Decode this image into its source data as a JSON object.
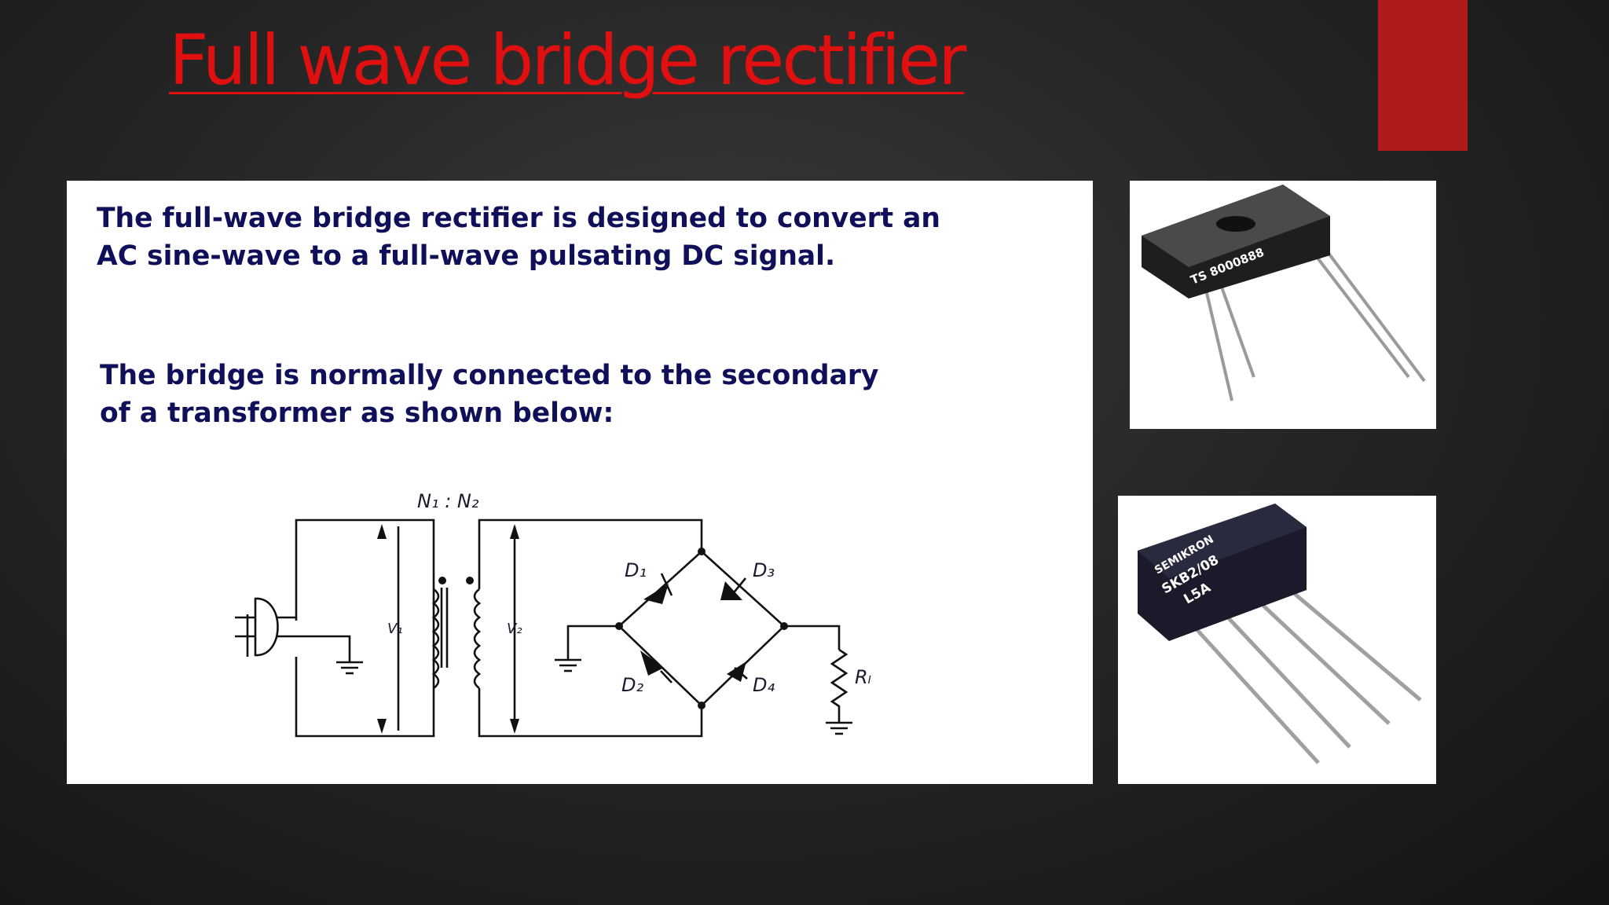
{
  "slide": {
    "title": "Full wave bridge rectifier",
    "title_color": "#e01010",
    "accent_color": "#b01a1a",
    "paragraph_1": "The full-wave bridge rectifier is designed to convert an\nAC sine-wave to a full-wave pulsating DC signal.",
    "paragraph_2": "The bridge is normally connected to the secondary\nof a transformer as shown below:",
    "text_color": "#10105a"
  },
  "diagram": {
    "turns_ratio_label": "N₁ : N₂",
    "v1_label": "V₁",
    "v2_label": "V₂",
    "d1_label": "D₁",
    "d2_label": "D₂",
    "d3_label": "D₃",
    "d4_label": "D₄",
    "load_label": "Rₗ"
  },
  "photos": {
    "photo_1_marking": "TS 8000888",
    "photo_2_brand": "SEMIKRON",
    "photo_2_part": "SKB2/08",
    "photo_2_code": "L5A"
  }
}
